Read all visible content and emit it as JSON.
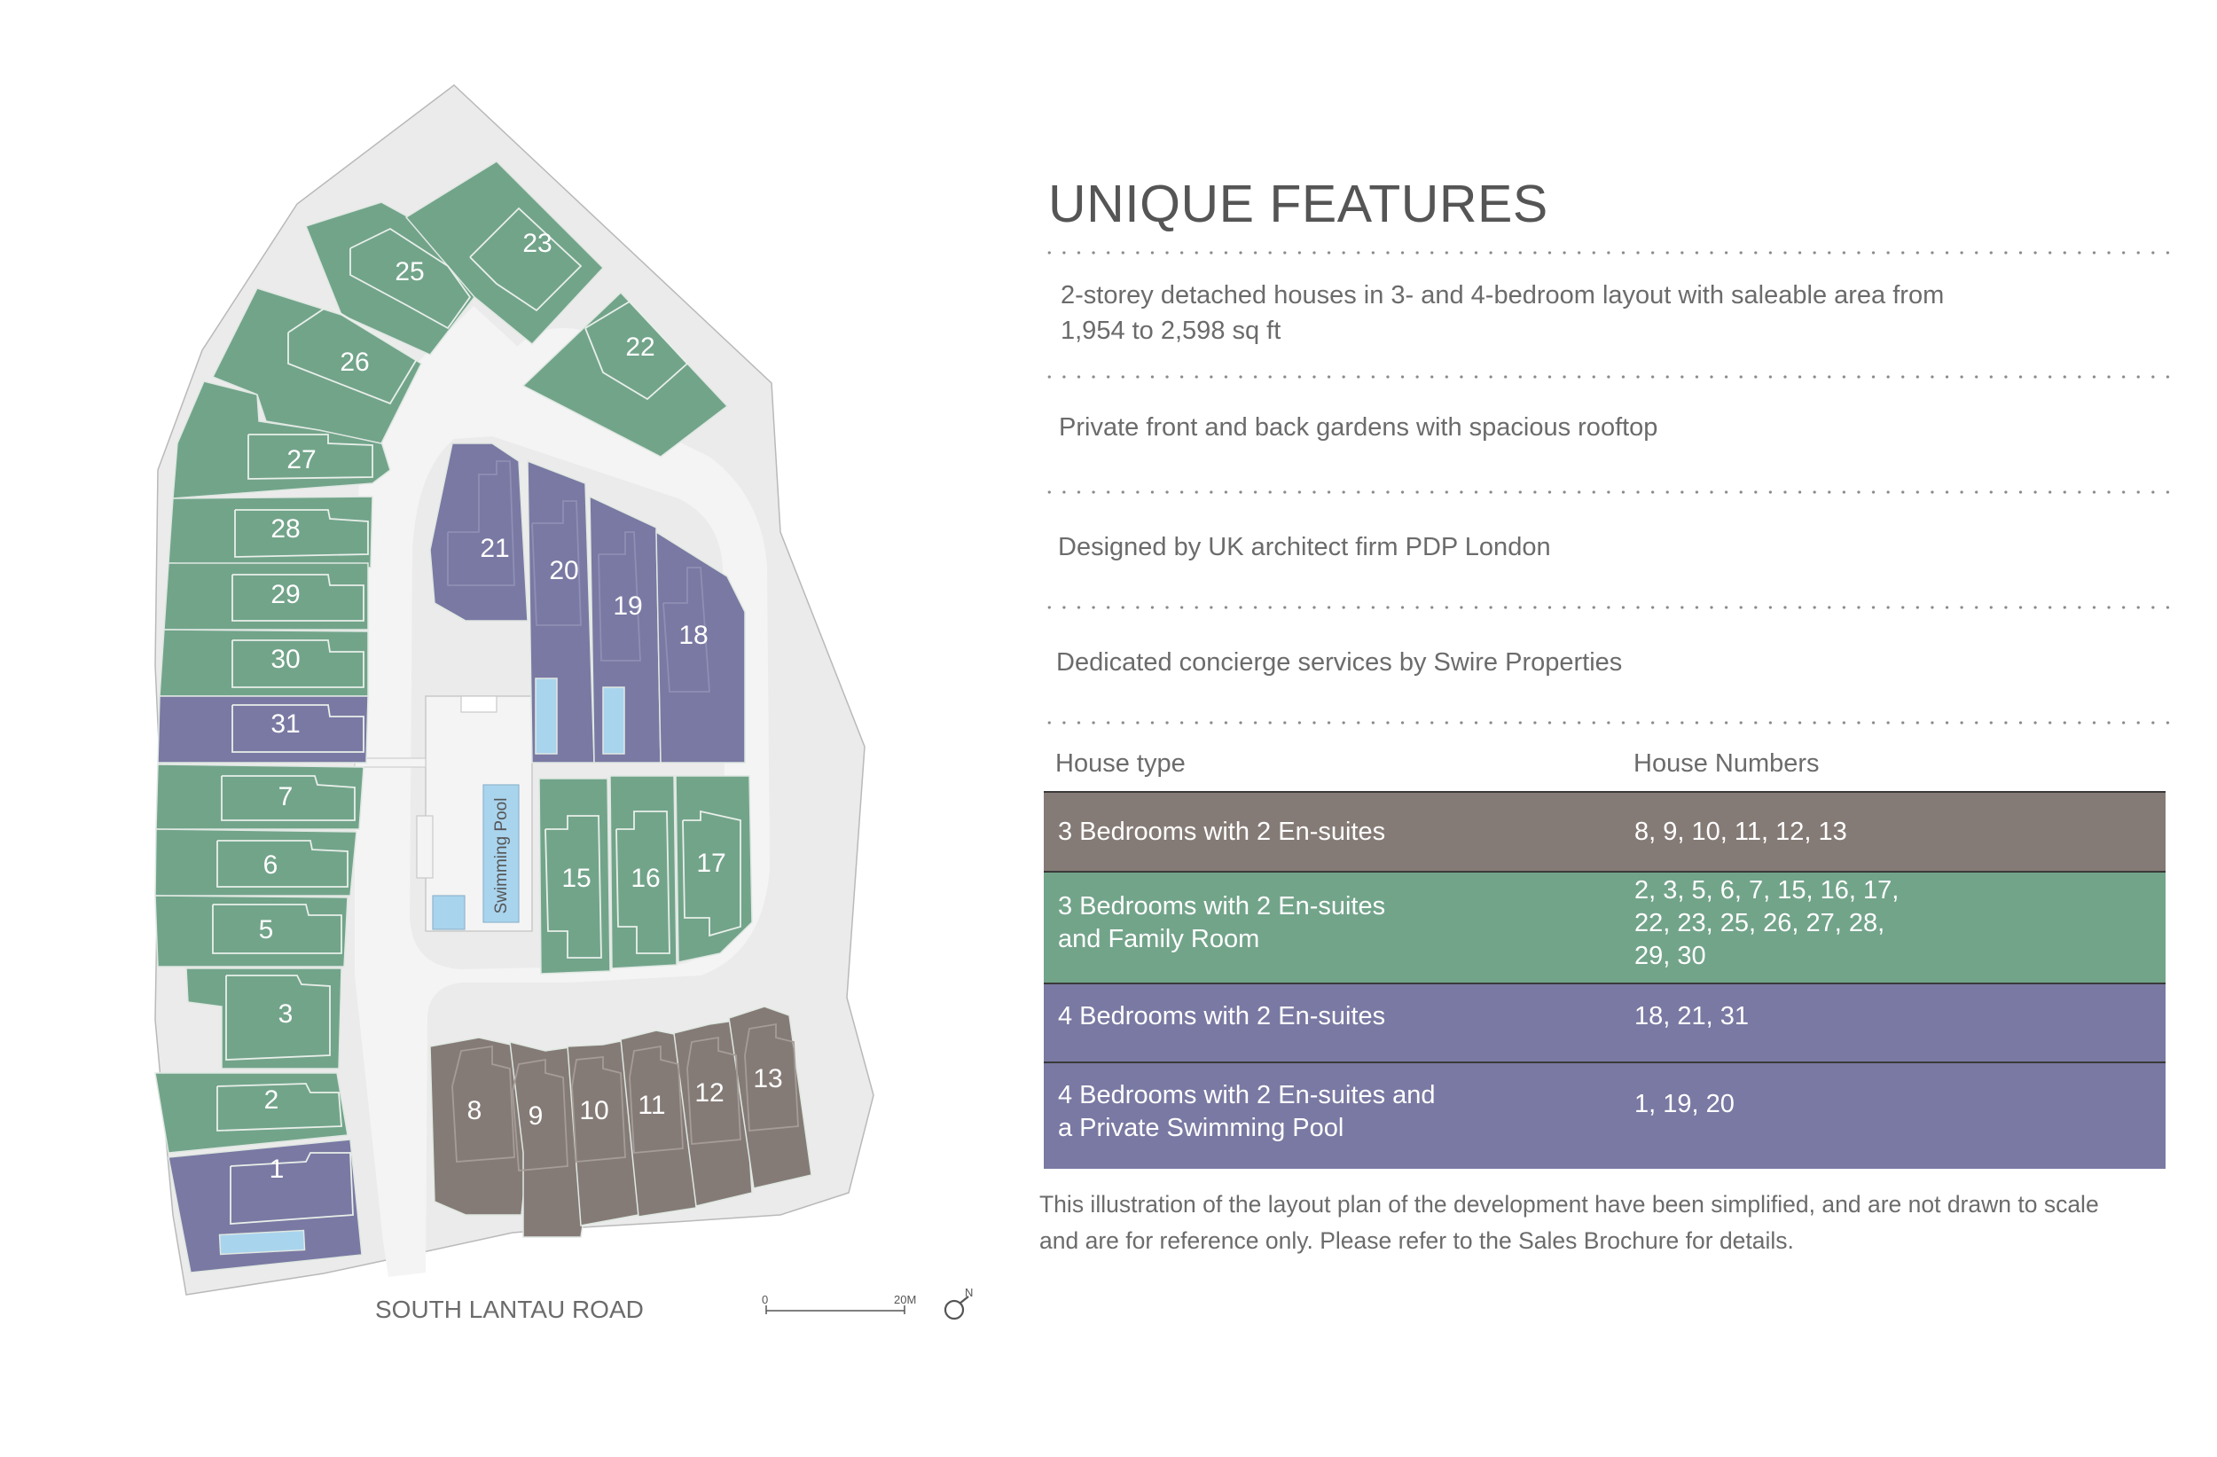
{
  "features": {
    "title": "UNIQUE FEATURES",
    "items": [
      {
        "line1": "2-storey detached houses in 3- and 4-bedroom layout with saleable area from",
        "line2": "1,954 to 2,598 sq ft"
      },
      {
        "line1": "Private front and back gardens with spacious rooftop",
        "line2": ""
      },
      {
        "line1": "Designed by UK architect firm PDP London",
        "line2": ""
      },
      {
        "line1": "Dedicated concierge services by Swire Properties",
        "line2": ""
      }
    ]
  },
  "house_types": {
    "header": {
      "type": "House type",
      "numbers": "House Numbers"
    },
    "rows": [
      {
        "type_lines": [
          "3 Bedrooms with 2 En-suites"
        ],
        "number_lines": [
          "8, 9, 10, 11, 12, 13"
        ],
        "color": "#857b76"
      },
      {
        "type_lines": [
          "3 Bedrooms with 2 En-suites",
          "and Family Room"
        ],
        "number_lines": [
          "2, 3, 5, 6, 7, 15, 16, 17,",
          "22, 23, 25, 26, 27, 28,",
          "29, 30"
        ],
        "color": "#72a48a"
      },
      {
        "type_lines": [
          "4 Bedrooms with 2 En-suites"
        ],
        "number_lines": [
          "18, 21, 31"
        ],
        "color": "#7a79a3"
      },
      {
        "type_lines": [
          "4 Bedrooms with 2 En-suites and",
          "a Private Swimming Pool"
        ],
        "number_lines": [
          "1, 19, 20"
        ],
        "color": "#7a79a3"
      }
    ]
  },
  "note": {
    "line1": "This illustration of the layout plan of the development have been simplified, and are not drawn to scale",
    "line2": "and are for reference only. Please refer to the Sales Brochure for details."
  },
  "plan": {
    "road_label": "SOUTH LANTAU ROAD",
    "pool_label": "Swimming Pool",
    "scale_start": "0",
    "scale_end": "20M",
    "north_label": "N",
    "colors": {
      "green": "#72a48a",
      "purple": "#7a79a3",
      "brown": "#857b76",
      "pool": "#a9d4ee",
      "site": "#ecebeb",
      "road": "#f4f4f4",
      "bg": "#ffffff"
    },
    "houses": [
      "1",
      "2",
      "3",
      "5",
      "6",
      "7",
      "31",
      "30",
      "29",
      "28",
      "27",
      "26",
      "25",
      "23",
      "22",
      "21",
      "20",
      "19",
      "18",
      "15",
      "16",
      "17",
      "8",
      "9",
      "10",
      "11",
      "12",
      "13"
    ]
  }
}
